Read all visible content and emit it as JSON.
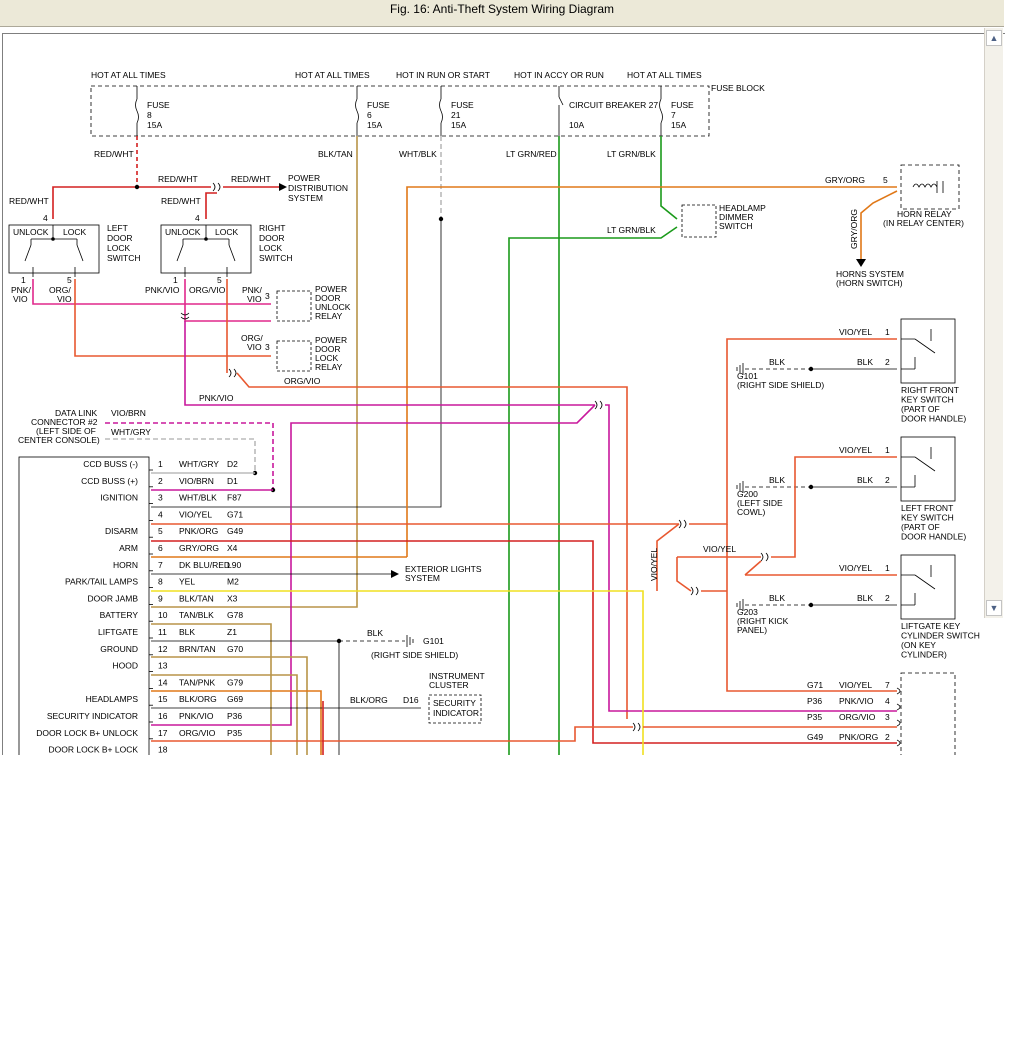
{
  "window": {
    "title": "Fig. 16: Anti-Theft System Wiring Diagram"
  },
  "colors": {
    "red": "#d42020",
    "pink": "#e0288c",
    "magenta": "#c8189c",
    "orange": "#e07818",
    "orange_red": "#e85830",
    "tan": "#b89448",
    "green": "#1a9a1a",
    "yellow": "#f0e020",
    "gray": "#bbbbbb",
    "black": "#000000",
    "violet": "#9a40c8"
  },
  "fuse_block": {
    "label": "FUSE BLOCK",
    "sources": [
      "HOT AT ALL TIMES",
      "HOT AT ALL TIMES",
      "HOT IN RUN OR START",
      "HOT IN ACCY OR RUN",
      "HOT AT ALL TIMES"
    ],
    "fuses": [
      {
        "name": "FUSE",
        "num": "8",
        "amps": "15A",
        "wire": "RED/WHT"
      },
      {
        "name": "FUSE",
        "num": "6",
        "amps": "15A",
        "wire": "BLK/TAN"
      },
      {
        "name": "FUSE",
        "num": "21",
        "amps": "15A",
        "wire": "WHT/BLK"
      },
      {
        "name": "CIRCUIT BREAKER 27",
        "num": "",
        "amps": "10A",
        "wire": "LT GRN/RED"
      },
      {
        "name": "FUSE",
        "num": "7",
        "amps": "15A",
        "wire": "LT GRN/BLK"
      }
    ]
  },
  "labels": {
    "red_wht": "RED/WHT",
    "power_dist": [
      "POWER",
      "DISTRIBUTION",
      "SYSTEM"
    ],
    "left_switch": [
      "LEFT",
      "DOOR",
      "LOCK",
      "SWITCH"
    ],
    "right_switch": [
      "RIGHT",
      "DOOR",
      "LOCK",
      "SWITCH"
    ],
    "unlock": "UNLOCK",
    "lock": "LOCK",
    "pnk_vio": "PNK/VIO",
    "org_vio": "ORG/VIO",
    "pnk_slash": "PNK/",
    "vio": "VIO",
    "org_slash": "ORG/",
    "unlock_relay": [
      "POWER",
      "DOOR",
      "UNLOCK",
      "RELAY"
    ],
    "lock_relay": [
      "POWER",
      "DOOR",
      "LOCK",
      "RELAY"
    ],
    "headlamp": [
      "HEADLAMP",
      "DIMMER",
      "SWITCH"
    ],
    "lt_grn_blk": "LT GRN/BLK",
    "gry_org": "GRY/ORG",
    "horn_relay": [
      "HORN RELAY",
      "(IN RELAY CENTER)"
    ],
    "horns": [
      "HORNS SYSTEM",
      "(HORN SWITCH)"
    ],
    "data_link": [
      "DATA LINK",
      "CONNECTOR #2",
      "(LEFT SIDE OF",
      "CENTER CONSOLE)"
    ],
    "vio_brn": "VIO/BRN",
    "wht_gry": "WHT/GRY",
    "vio_yel": "VIO/YEL",
    "blk": "BLK",
    "blk_org": "BLK/ORG",
    "g101": [
      "G101",
      "(RIGHT SIDE SHIELD)"
    ],
    "g200": [
      "G200",
      "(LEFT SIDE",
      "COWL)"
    ],
    "g203": [
      "G203",
      "(RIGHT KICK",
      "PANEL)"
    ],
    "rf_key": [
      "RIGHT FRONT",
      "KEY SWITCH",
      "(PART OF",
      "DOOR HANDLE)"
    ],
    "lf_key": [
      "LEFT FRONT",
      "KEY SWITCH",
      "(PART OF",
      "DOOR HANDLE)"
    ],
    "liftgate_key": [
      "LIFTGATE KEY",
      "CYLINDER SWITCH",
      "(ON KEY",
      "CYLINDER)"
    ],
    "exterior": [
      "EXTERIOR LIGHTS",
      "SYSTEM"
    ],
    "ground_mid": [
      "BLK",
      "G101",
      "(RIGHT SIDE SHIELD)"
    ],
    "instrument": [
      "INSTRUMENT",
      "CLUSTER"
    ],
    "security_ind": [
      "SECURITY",
      "INDICATOR"
    ],
    "d16": "D16"
  },
  "module_pins": [
    {
      "pin": "1",
      "name": "CCD BUSS (-)",
      "wire": "WHT/GRY",
      "circuit": "D2"
    },
    {
      "pin": "2",
      "name": "CCD BUSS (+)",
      "wire": "VIO/BRN",
      "circuit": "D1"
    },
    {
      "pin": "3",
      "name": "IGNITION",
      "wire": "WHT/BLK",
      "circuit": "F87"
    },
    {
      "pin": "4",
      "name": "",
      "wire": "VIO/YEL",
      "circuit": "G71"
    },
    {
      "pin": "5",
      "name": "DISARM",
      "wire": "PNK/ORG",
      "circuit": "G49"
    },
    {
      "pin": "6",
      "name": "ARM",
      "wire": "GRY/ORG",
      "circuit": "X4"
    },
    {
      "pin": "7",
      "name": "HORN",
      "wire": "DK BLU/RED",
      "circuit": "L90"
    },
    {
      "pin": "8",
      "name": "PARK/TAIL LAMPS",
      "wire": "YEL",
      "circuit": "M2"
    },
    {
      "pin": "9",
      "name": "DOOR JAMB",
      "wire": "BLK/TAN",
      "circuit": "X3"
    },
    {
      "pin": "10",
      "name": "BATTERY",
      "wire": "TAN/BLK",
      "circuit": "G78"
    },
    {
      "pin": "11",
      "name": "LIFTGATE",
      "wire": "BLK",
      "circuit": "Z1"
    },
    {
      "pin": "12",
      "name": "GROUND",
      "wire": "BRN/TAN",
      "circuit": "G70"
    },
    {
      "pin": "13",
      "name": "HOOD",
      "wire": "",
      "circuit": ""
    },
    {
      "pin": "14",
      "name": "",
      "wire": "TAN/PNK",
      "circuit": "G79"
    },
    {
      "pin": "15",
      "name": "HEADLAMPS",
      "wire": "BLK/ORG",
      "circuit": "G69"
    },
    {
      "pin": "16",
      "name": "SECURITY INDICATOR",
      "wire": "PNK/VIO",
      "circuit": "P36"
    },
    {
      "pin": "17",
      "name": "DOOR LOCK B+ UNLOCK",
      "wire": "ORG/VIO",
      "circuit": "P35"
    },
    {
      "pin": "18",
      "name": "DOOR LOCK B+ LOCK",
      "wire": "",
      "circuit": ""
    }
  ],
  "key_switches": [
    {
      "pin1": "1",
      "pin2": "2",
      "wire1": "VIO/YEL",
      "wire2": "BLK"
    },
    {
      "pin1": "1",
      "pin2": "2",
      "wire1": "VIO/YEL",
      "wire2": "BLK"
    },
    {
      "pin1": "1",
      "pin2": "2",
      "wire1": "VIO/YEL",
      "wire2": "BLK"
    }
  ],
  "right_connector": [
    {
      "circuit": "G71",
      "wire": "VIO/YEL",
      "pin": "7"
    },
    {
      "circuit": "P36",
      "wire": "PNK/VIO",
      "pin": "4"
    },
    {
      "circuit": "P35",
      "wire": "ORG/VIO",
      "pin": "3"
    },
    {
      "circuit": "G49",
      "wire": "PNK/ORG",
      "pin": "2"
    }
  ],
  "pin_refs": {
    "four": "4",
    "one": "1",
    "five": "5",
    "three": "3"
  }
}
